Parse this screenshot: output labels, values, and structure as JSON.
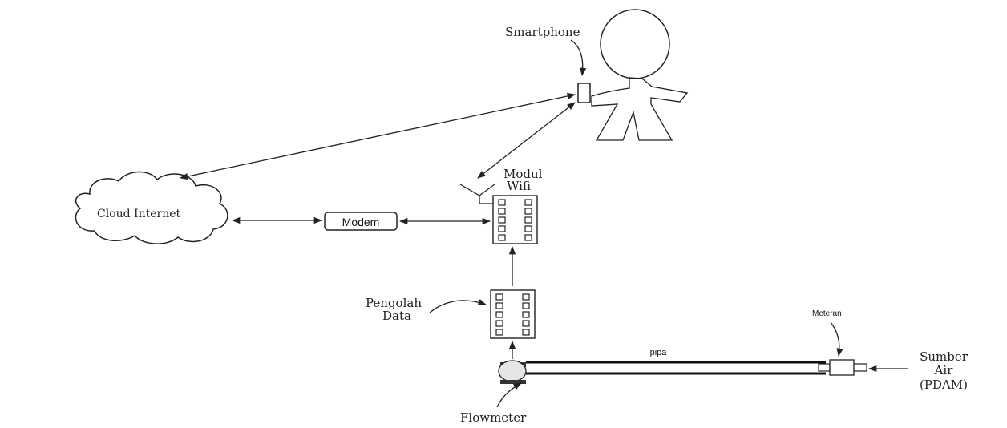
{
  "labels": {
    "smartphone": "Smartphone",
    "cloud": "Cloud Internet",
    "modem": "Modem",
    "modul_line1": "Modul",
    "modul_line2": "Wifi",
    "pengolah_line1": "Pengolah",
    "pengolah_line2": "Data",
    "flowmeter": "Flowmeter",
    "pipa": "pipa",
    "meteran": "Meteran",
    "sumber_line1": "Sumber",
    "sumber_line2": "Air",
    "sumber_line3": "(PDAM)"
  }
}
